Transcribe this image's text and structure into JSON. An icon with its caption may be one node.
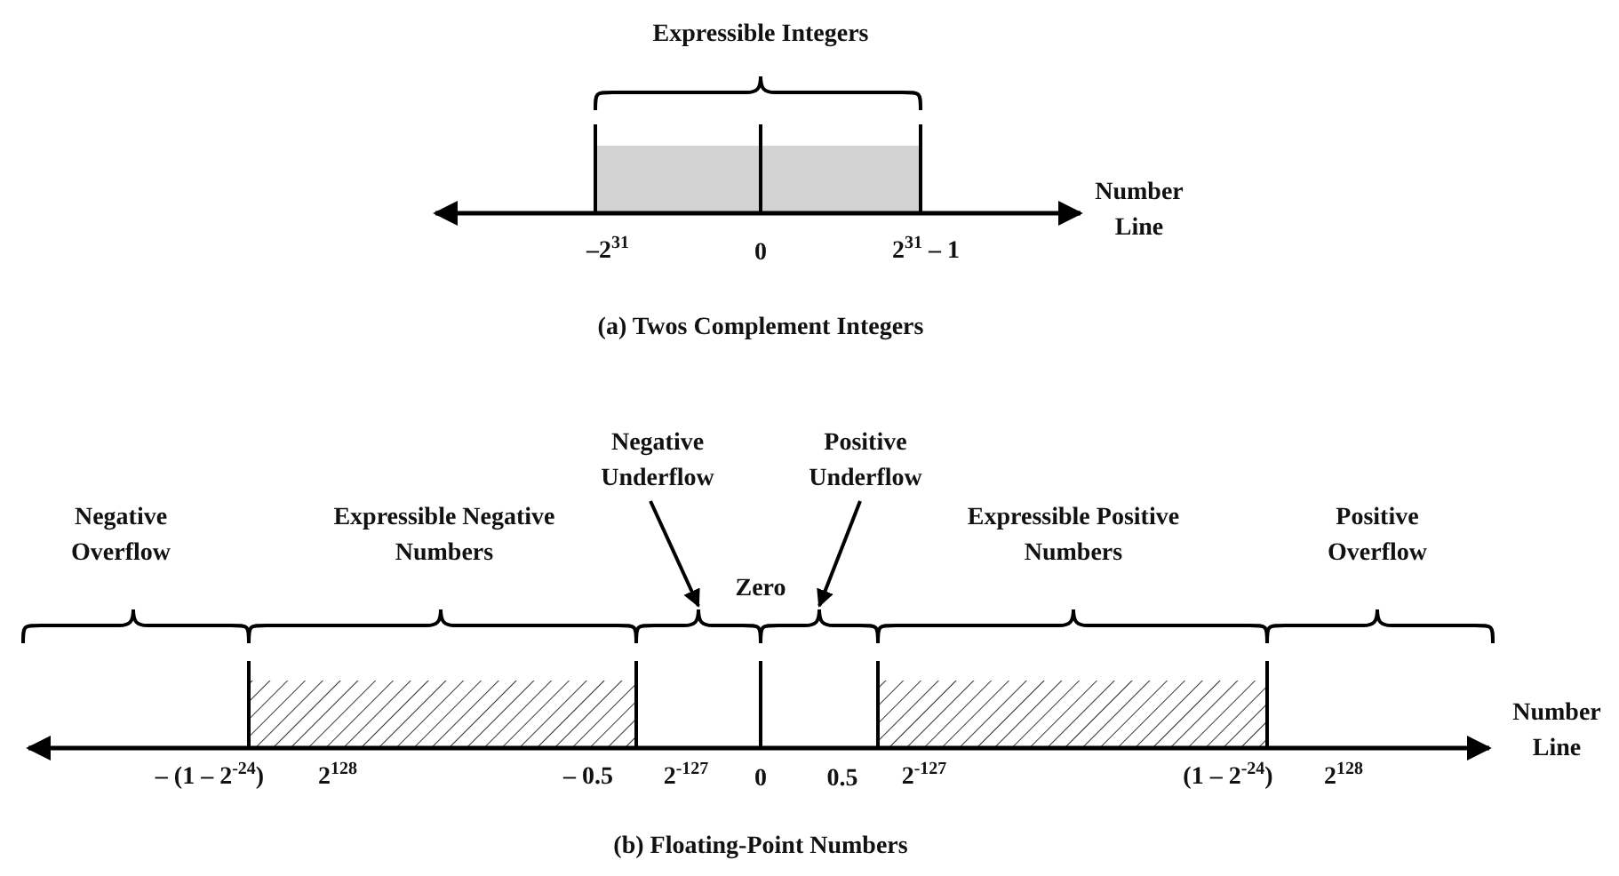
{
  "diagram": {
    "nodes": [
      {
        "text": [
          "Negative Underflow"
        ]
      },
      {
        "text": [
          "Positive Underflow"
        ]
      },
      {
        "text": [],
        "shape": "brace"
      },
      {
        "text": [],
        "shape": "brace"
      }
    ],
    "edges": [
      {
        "from": 0,
        "to": 2,
        "arrow": "to"
      },
      {
        "from": 1,
        "to": 3,
        "arrow": "to"
      }
    ],
    "labels": [
      "Expressible Integers",
      "Number Line",
      "–2$^{31}$",
      "0",
      "2$^{31}$ – 1",
      "(a) Twos Complement Integers",
      "Negative Overflow",
      "Expressible Negative Numbers",
      "Zero",
      "Expressible Positive Numbers",
      "Positive Overflow",
      "Number Line",
      "– (1 – 2$^{-24}$)",
      "2$^{128}$",
      "– 0.5",
      "2$^{-127}$",
      "0",
      "0.5",
      "2$^{-127}$",
      "(1 – 2$^{-24}$)",
      "2$^{128}$",
      "(b) Floating-Point Numbers"
    ]
  }
}
